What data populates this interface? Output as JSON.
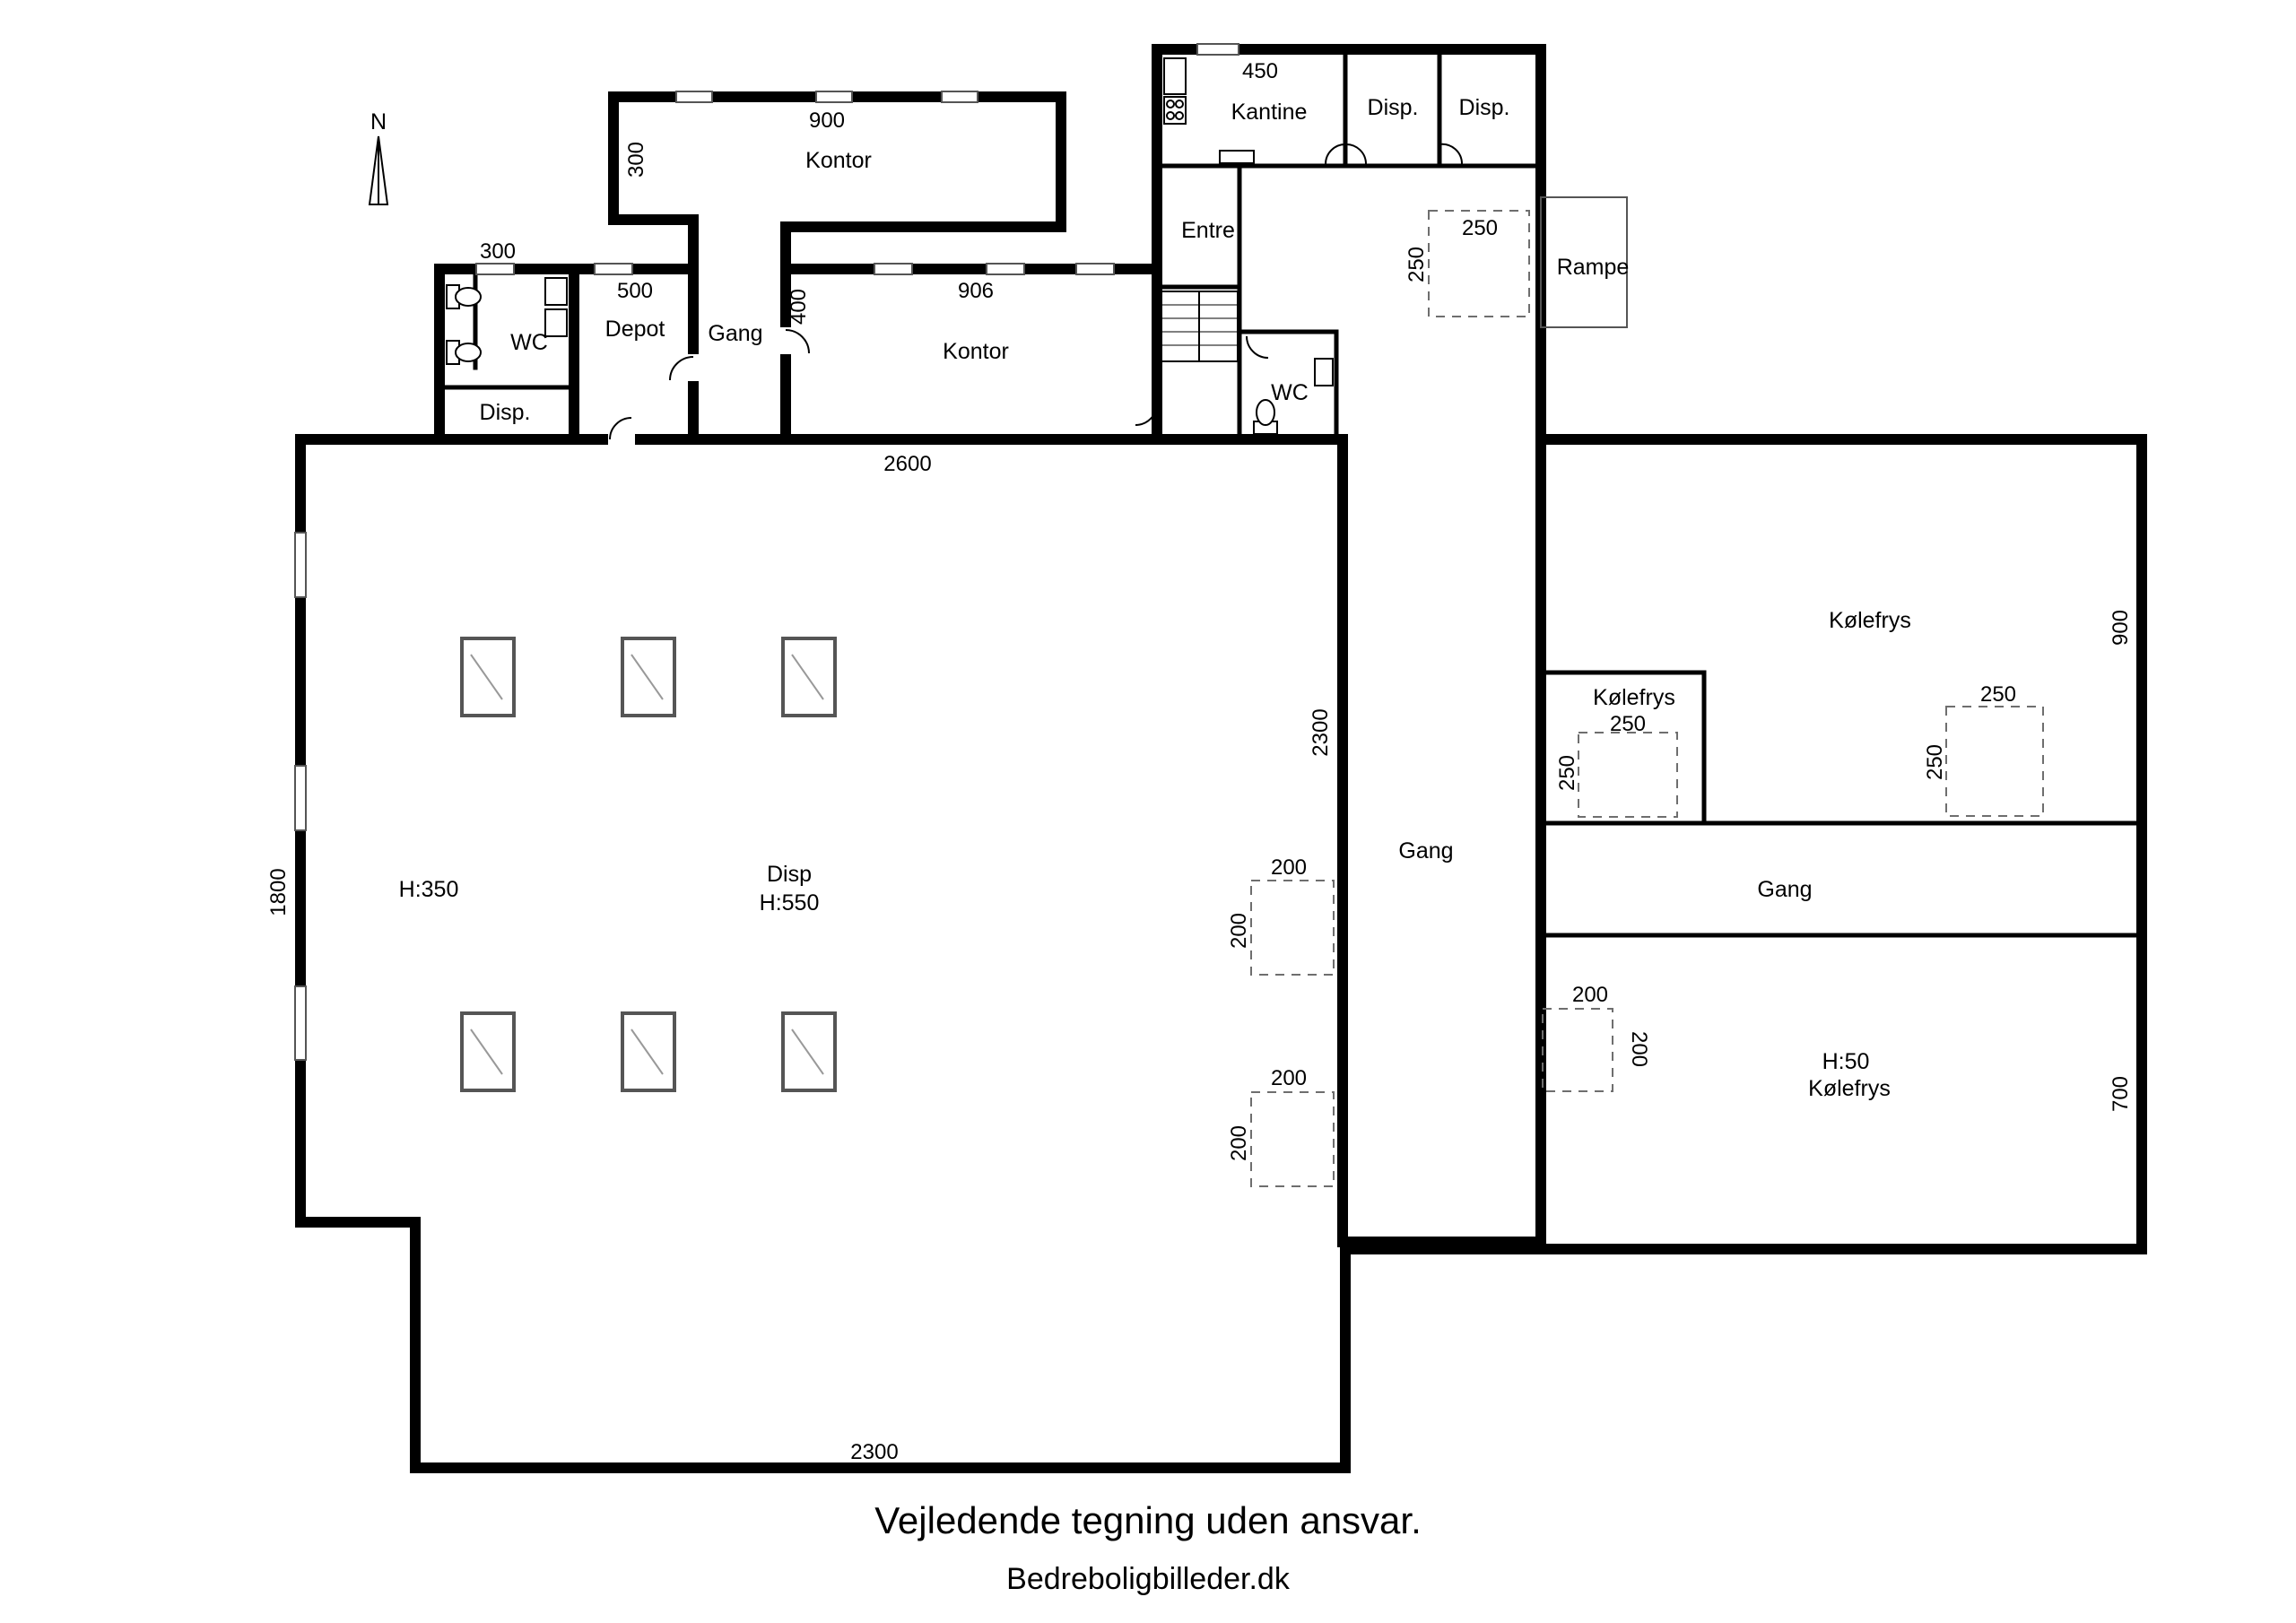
{
  "north": "N",
  "rooms": {
    "kontor_top": "Kontor",
    "kontor_mid": "Kontor",
    "kantine": "Kantine",
    "disp_1": "Disp.",
    "disp_2": "Disp.",
    "disp_small": "Disp.",
    "entre": "Entre",
    "rampe": "Rampe",
    "wc_left": "WC",
    "wc_right": "WC",
    "depot": "Depot",
    "gang_small": "Gang",
    "disp_main_1": "Disp",
    "disp_main_2": "H:550",
    "h350": "H:350",
    "gang_center": "Gang",
    "gang_right": "Gang",
    "kolefrys_big": "Kølefrys",
    "kolefrys_small": "Kølefrys",
    "kolefrys_bottom_1": "H:50",
    "kolefrys_bottom_2": "Kølefrys"
  },
  "dims": {
    "d450": "450",
    "d900_top": "900",
    "d300_left": "300",
    "d300_top": "300",
    "d500": "500",
    "d400": "400",
    "d906": "906",
    "d2600": "2600",
    "d250_a_h": "250",
    "d250_a_v": "250",
    "d900_right": "900",
    "d250_b_h": "250",
    "d250_b_v": "250",
    "d250_c_h": "250",
    "d250_c_v": "250",
    "d2300_v": "2300",
    "d200_a_h": "200",
    "d200_a_v": "200",
    "d200_b_h": "200",
    "d200_b_v": "200",
    "d200_c_h": "200",
    "d200_c_v": "200",
    "d1800": "1800",
    "d700": "700",
    "d2300_h": "2300"
  },
  "footer": {
    "title": "Vejledende tegning uden ansvar.",
    "subtitle": "Bedreboligbilleder.dk"
  }
}
